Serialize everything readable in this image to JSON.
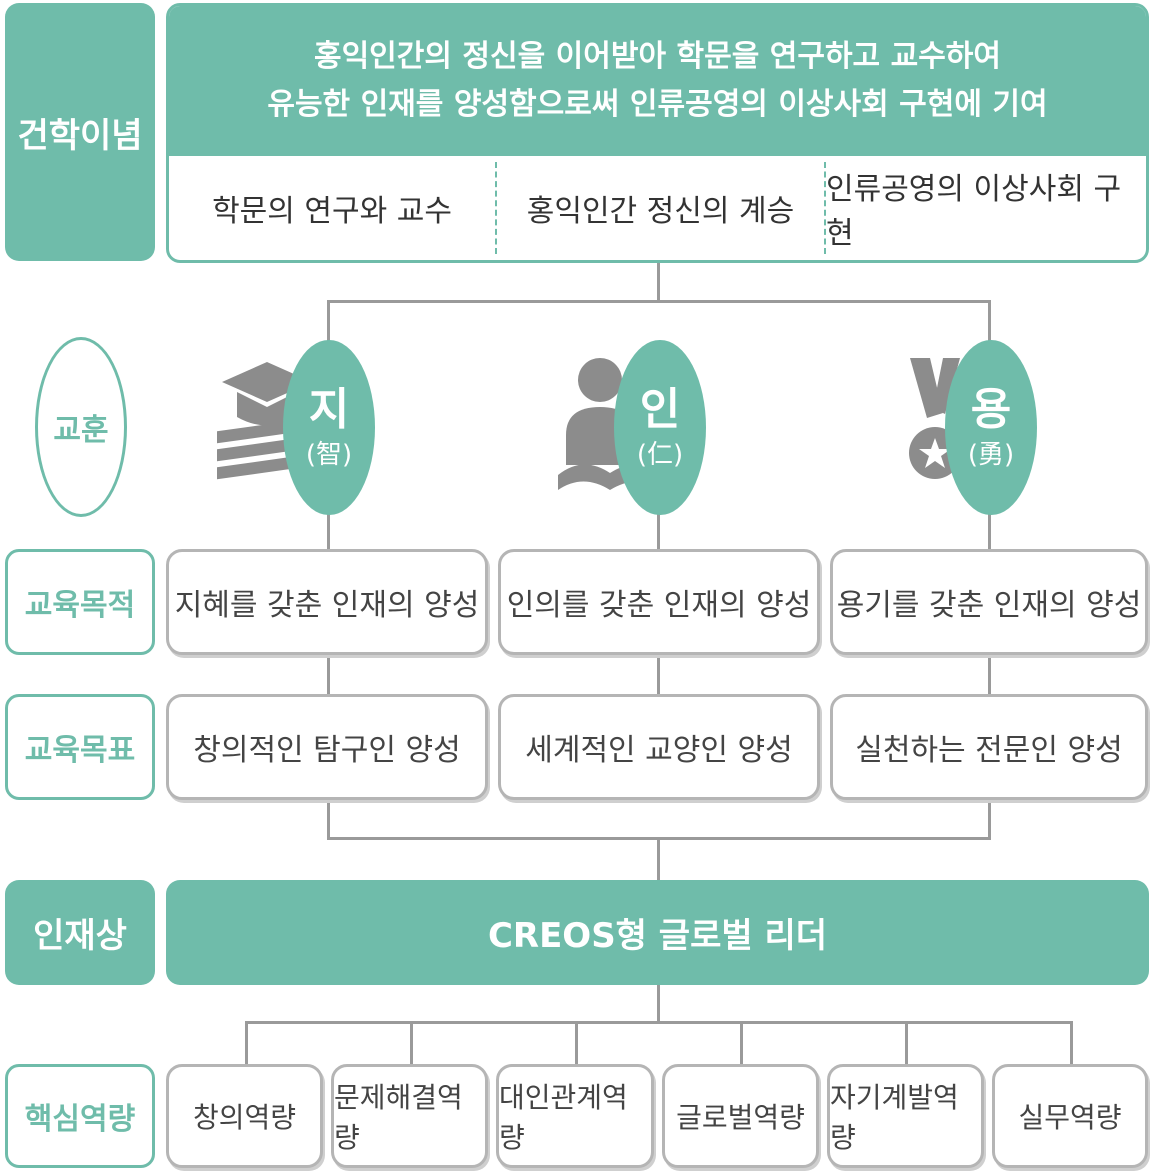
{
  "founding": {
    "label": "건학이념",
    "line1": "홍익인간의 정신을 이어받아 학문을 연구하고 교수하여",
    "line2": "유능한 인재를 양성함으로써 인류공영의 이상사회 구현에 기여",
    "items": [
      "학문의 연구와 교수",
      "홍익인간 정신의 계승",
      "인류공영의 이상사회 구현"
    ]
  },
  "motto": {
    "label": "교훈",
    "items": [
      {
        "char": "지",
        "hanja": "(智)",
        "icon": "graduation-books-icon"
      },
      {
        "char": "인",
        "hanja": "(仁)",
        "icon": "reading-person-icon"
      },
      {
        "char": "용",
        "hanja": "(勇)",
        "icon": "medal-icon"
      }
    ]
  },
  "purpose": {
    "label": "교육목적",
    "items": [
      "지혜를 갖춘 인재의 양성",
      "인의를 갖춘 인재의 양성",
      "용기를 갖춘 인재의 양성"
    ]
  },
  "goals": {
    "label": "교육목표",
    "items": [
      "창의적인 탐구인 양성",
      "세계적인 교양인 양성",
      "실천하는 전문인 양성"
    ]
  },
  "talent": {
    "label": "인재상",
    "value": "CREOS형 글로벌 리더"
  },
  "competencies": {
    "label": "핵심역량",
    "items": [
      "창의역량",
      "문제해결역량",
      "대인관계역량",
      "글로벌역량",
      "자기계발역량",
      "실무역량"
    ]
  },
  "colors": {
    "accent": "#6fbcaa",
    "border": "#b5b5b5",
    "icon": "#8c8c8c"
  }
}
